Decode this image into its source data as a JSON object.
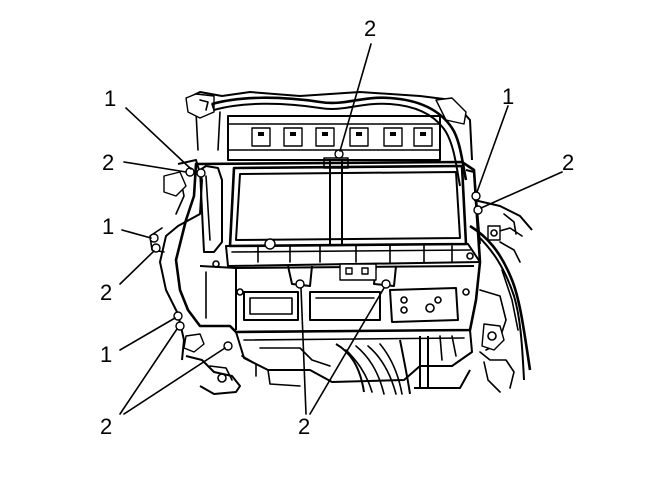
{
  "figure": {
    "callouts": [
      {
        "id": "c-top-2",
        "label": "2"
      },
      {
        "id": "c-left-1a",
        "label": "1"
      },
      {
        "id": "c-left-2a",
        "label": "2"
      },
      {
        "id": "c-left-1b",
        "label": "1"
      },
      {
        "id": "c-left-2b",
        "label": "2"
      },
      {
        "id": "c-left-1c",
        "label": "1"
      },
      {
        "id": "c-bottom-left-2",
        "label": "2"
      },
      {
        "id": "c-bottom-mid-2",
        "label": "2"
      },
      {
        "id": "c-right-1",
        "label": "1"
      },
      {
        "id": "c-right-2",
        "label": "2"
      }
    ]
  }
}
